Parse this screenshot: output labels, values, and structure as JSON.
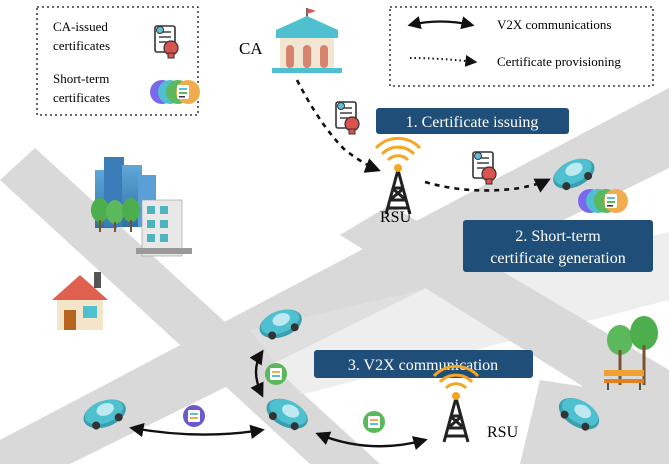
{
  "legend_left": {
    "ca_issued": "CA-issued\ncertificates",
    "short_term": "Short-term\ncertificates"
  },
  "legend_right": {
    "v2x": "V2X communications",
    "provisioning": "Certificate provisioning"
  },
  "labels": {
    "ca": "CA",
    "rsu_top": "RSU",
    "rsu_bottom": "RSU"
  },
  "steps": {
    "step1": "1. Certificate issuing",
    "step2_line1": "2. Short-term",
    "step2_line2": "certificate generation",
    "step3": "3. V2X communication"
  },
  "colors": {
    "step_box": "#1f4e79",
    "road": "#d9d9d9",
    "car": "#4fb3bf",
    "tower": "#333333",
    "signal": "#f5a623",
    "ca_building_roof": "#4fb3bf",
    "ca_building_body": "#f0e6d2"
  },
  "icons": {
    "ca_certificate": "certificate-with-seal-icon",
    "short_term_stack": "certificate-stack-icon",
    "rsu": "radio-tower-icon",
    "car": "car-icon",
    "ca": "ca-building-icon",
    "city": "city-buildings-icon",
    "house": "house-icon",
    "park": "park-bench-icon"
  }
}
